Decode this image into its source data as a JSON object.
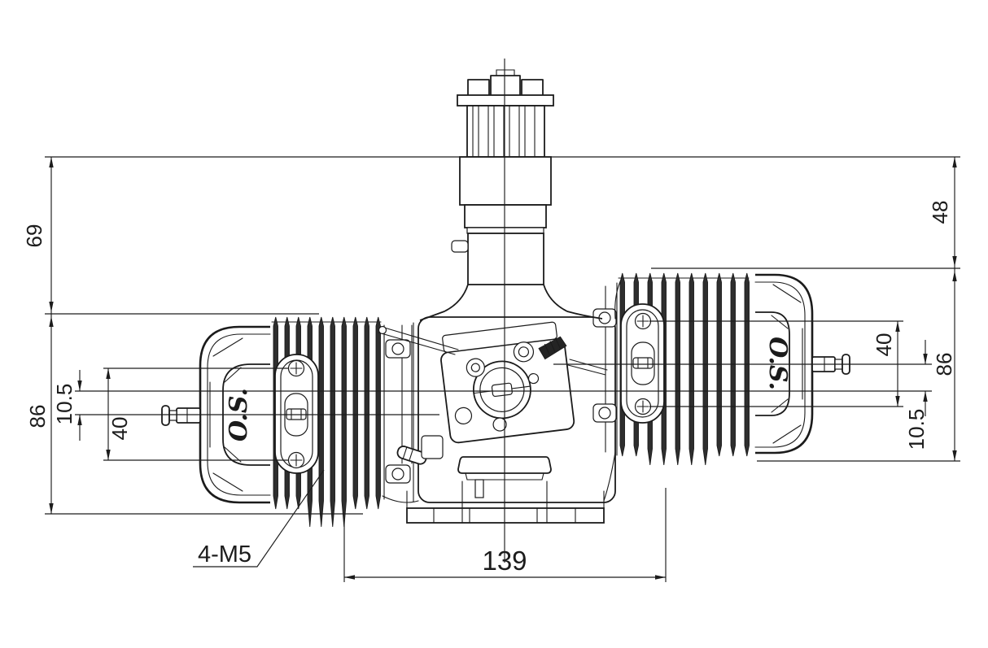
{
  "page": {
    "background": "#ffffff",
    "ink_color": "#1b1b1b",
    "description": "Technical dimension drawing (top view) of a twin-cylinder model aircraft engine"
  },
  "dims": {
    "left_upper_height": "69",
    "left_cylinder_span": "86",
    "left_axis_offset": "10.5",
    "left_bolt_spacing": "40",
    "right_upper_height": "48",
    "right_bolt_spacing": "40",
    "right_cylinder_span": "86",
    "right_axis_offset": "10.5",
    "cylinder_center_distance": "139",
    "exhaust_thread_callout": "4-M5"
  },
  "logos": {
    "left_valve_cover": "O.S.",
    "right_valve_cover": "O.S."
  }
}
